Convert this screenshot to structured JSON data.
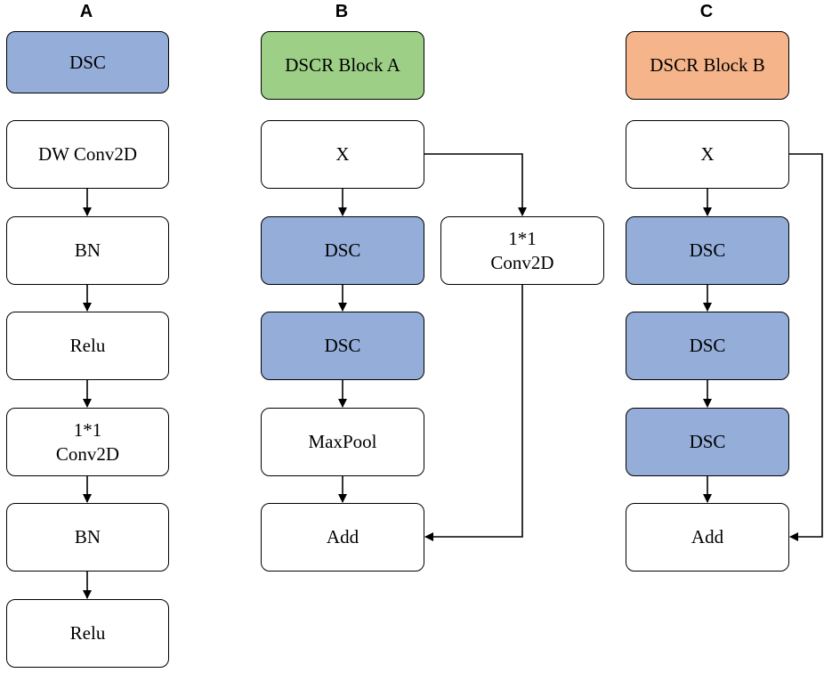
{
  "colors": {
    "dsc": "#94ADD9",
    "block_a": "#9DCF86",
    "block_b": "#F5B48A",
    "plain": "#FFFFFF",
    "stroke": "#000000"
  },
  "panels": {
    "A": {
      "letter": "A",
      "header": "DSC",
      "steps": [
        "DW Conv2D",
        "BN",
        "Relu",
        "1*1\nConv2D",
        "BN",
        "Relu"
      ]
    },
    "B": {
      "letter": "B",
      "header": "DSCR Block A",
      "input": "X",
      "dsc_1": "DSC",
      "dsc_2": "DSC",
      "pool": "MaxPool",
      "add": "Add",
      "shortcut": "1*1\nConv2D"
    },
    "C": {
      "letter": "C",
      "header": "DSCR Block B",
      "input": "X",
      "dsc_1": "DSC",
      "dsc_2": "DSC",
      "dsc_3": "DSC",
      "add": "Add"
    }
  }
}
